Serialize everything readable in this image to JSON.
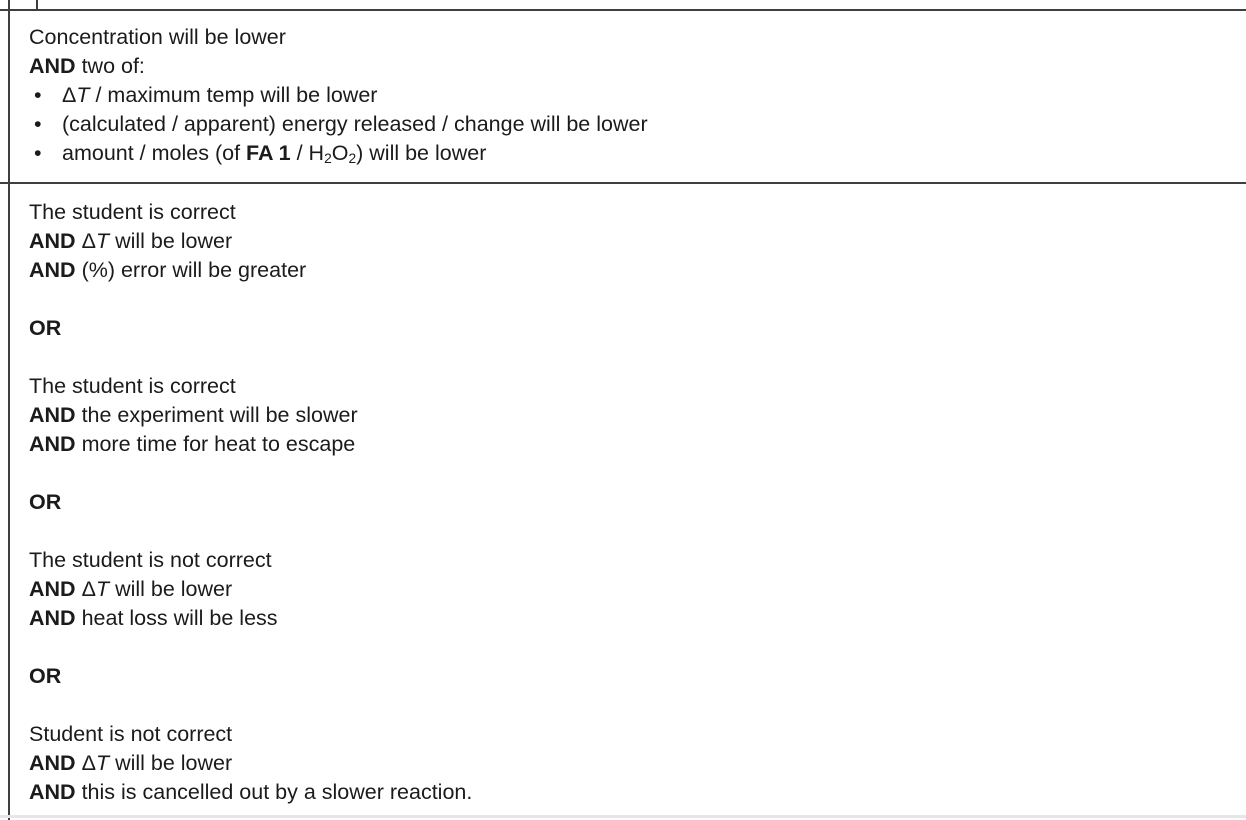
{
  "colors": {
    "background": "#ffffff",
    "table_border": "#3f3f3f",
    "faint_rule": "#e6e6e6",
    "text": "#1b1b1b"
  },
  "labels": {
    "and": "AND",
    "or": "OR",
    "bullet_glyph": "•"
  },
  "sym": {
    "delta": "Δ",
    "t": "T"
  },
  "row1": {
    "line1": "Concentration will be lower",
    "line2_rest": " two of:",
    "b1_rest": " / maximum temp will be lower",
    "b2": "(calculated / apparent) energy released / change will be lower",
    "b3_pre": "amount / moles (of ",
    "b3_bold": "FA 1",
    "b3_mid": " / H",
    "b3_sub1": "2",
    "b3_o": "O",
    "b3_sub2": "2",
    "b3_post": ") will be lower"
  },
  "row2": {
    "blk1_l1": "The student is correct",
    "dt_rest_lower": " will be lower",
    "blk1_l3_rest": " (%) error will be greater",
    "blk2_l1": "The student is correct",
    "blk2_l2_rest": " the experiment will be slower",
    "blk2_l3_rest": " more time for heat to escape",
    "blk3_l1": "The student is not correct",
    "blk3_l3_rest": " heat loss will be less",
    "blk4_l1": "Student is not correct",
    "blk4_l3_rest": " this is cancelled out by a slower reaction."
  }
}
